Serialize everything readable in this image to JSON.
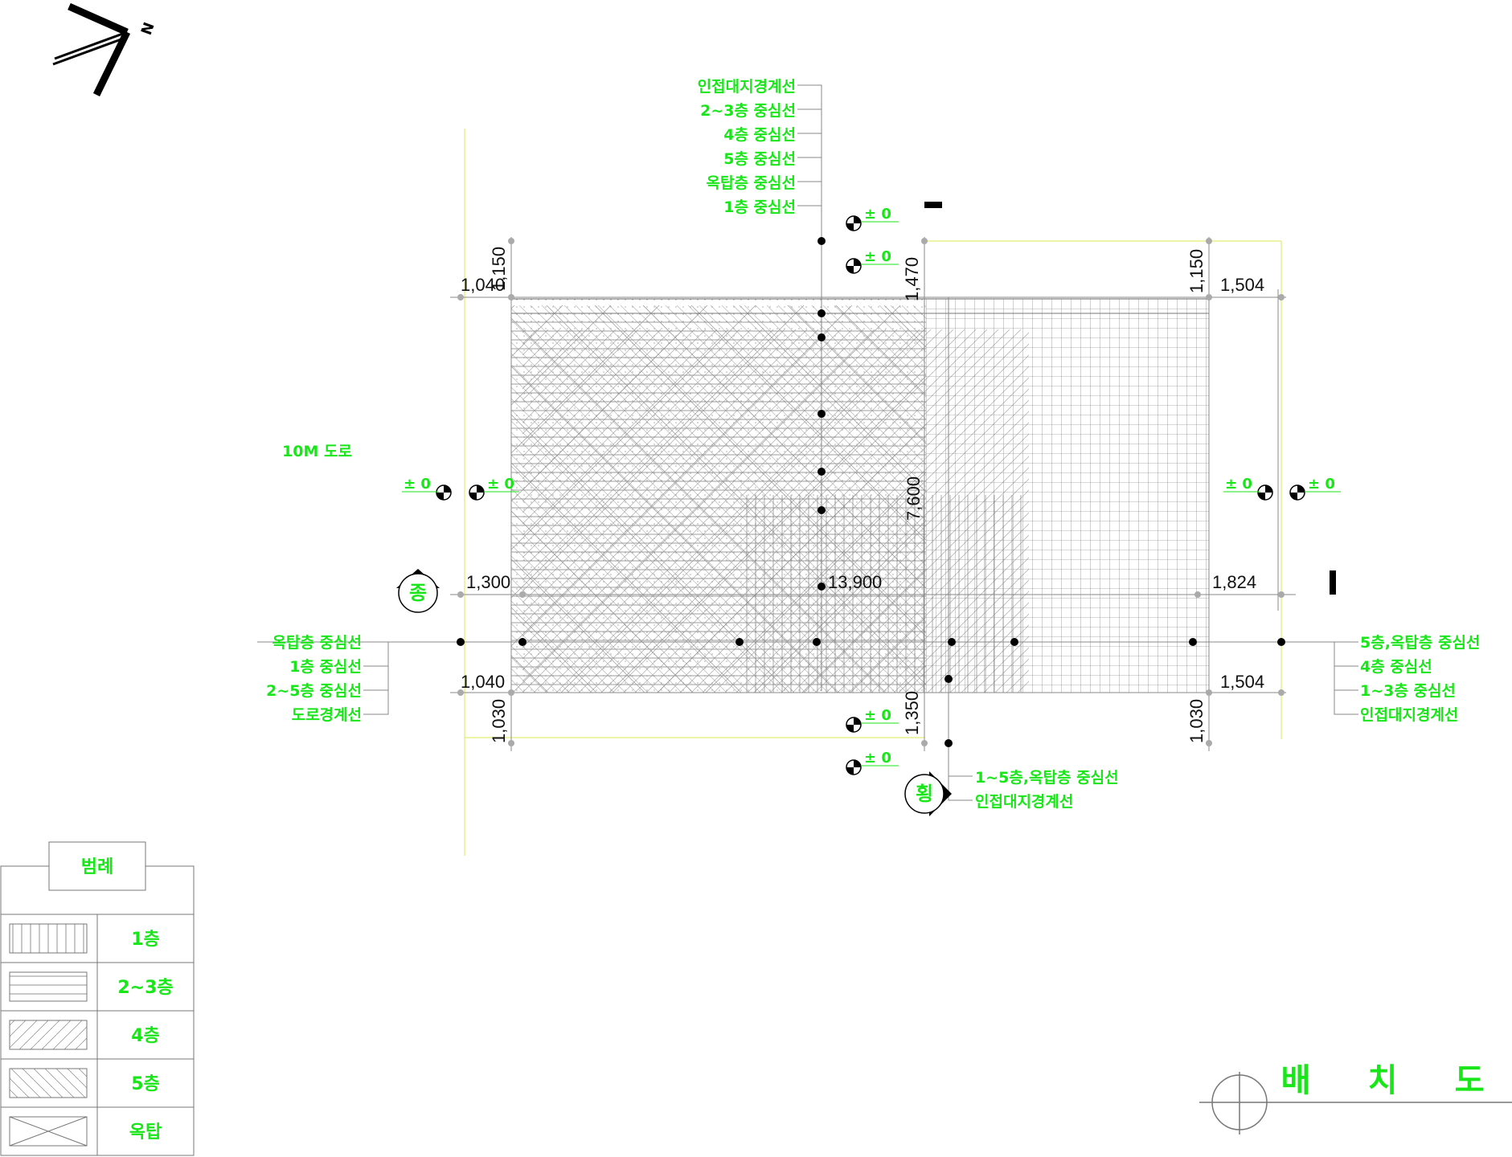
{
  "north_label": "N",
  "top_callouts": [
    "인접대지경계선",
    "2~3층 중심선",
    "4층 중심선",
    "5층 중심선",
    "옥탑층 중심선",
    "1층 중심선"
  ],
  "left_callouts": [
    "옥탑층 중심선",
    "1층 중심선",
    "2~5층 중심선",
    "도로경계선"
  ],
  "right_callouts": [
    "5층,옥탑층 중심선",
    "4층 중심선",
    "1~3층 중심선",
    "인접대지경계선"
  ],
  "bottom_callouts": [
    "1~5층,옥탑층 중심선",
    "인접대지경계선"
  ],
  "road_label": "10M 도로",
  "levels": {
    "ground": "± 0"
  },
  "section_markers": {
    "left": "종",
    "bottom": "횡"
  },
  "dimensions": {
    "top_left_offset": "1,040",
    "top_left_vertical": "1,150",
    "top_center_vertical": "1,470",
    "top_right_vertical": "1,150",
    "top_right_offset": "1,504",
    "middle_left": "1,300",
    "overall_length": "13,900",
    "overall_depth": "7,600",
    "middle_right": "1,824",
    "bottom_left_offset": "1,040",
    "bottom_left_vertical": "1,030",
    "bottom_center_vertical": "1,350",
    "bottom_right_vertical": "1,030",
    "bottom_right_offset": "1,504"
  },
  "legend": {
    "title": "범례",
    "items": [
      {
        "pattern": "vertical-hatch",
        "label": "1층"
      },
      {
        "pattern": "horizontal-hatch",
        "label": "2~3층"
      },
      {
        "pattern": "diagonal-hatch",
        "label": "4층"
      },
      {
        "pattern": "back-diagonal-hatch",
        "label": "5층"
      },
      {
        "pattern": "cross-hatch",
        "label": "옥탑"
      }
    ]
  },
  "title": [
    "배",
    "치",
    "도"
  ],
  "colors": {
    "label_green": "#19e619",
    "dimension_black": "#111111",
    "boundary_yellow": "#e9f08a"
  }
}
